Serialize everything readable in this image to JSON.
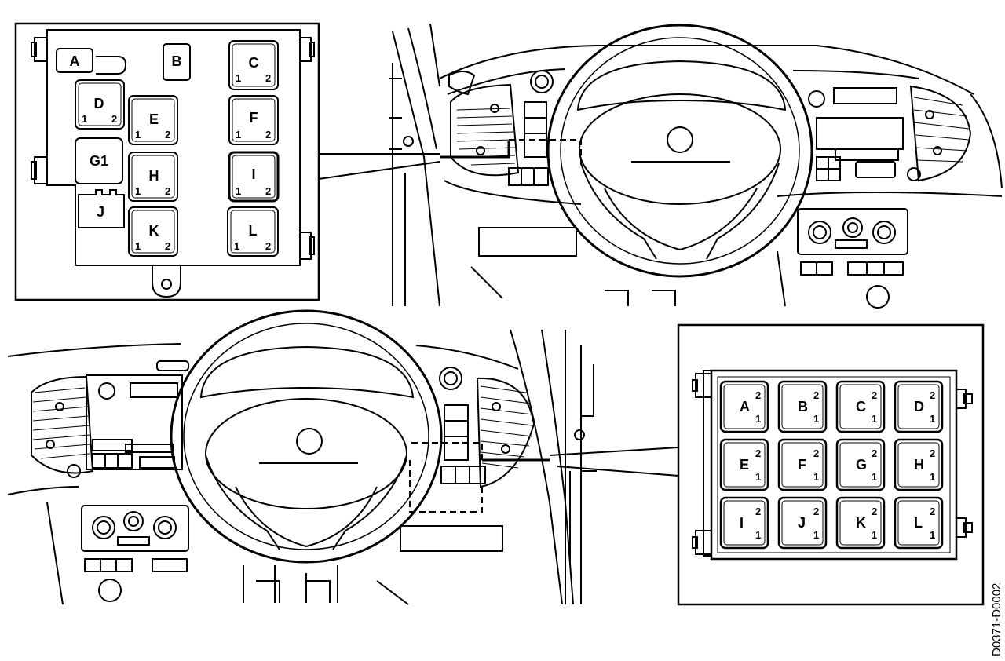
{
  "diagram_code": "D0371-D0002",
  "top_box": {
    "slots": [
      {
        "letter": "A",
        "pins": [
          "",
          ""
        ]
      },
      {
        "letter": "B",
        "pins": [
          "",
          ""
        ]
      },
      {
        "letter": "C",
        "pins": [
          "1",
          "2"
        ]
      },
      {
        "letter": "D",
        "pins": [
          "1",
          "2"
        ]
      },
      {
        "letter": "E",
        "pins": [
          "1",
          "2"
        ]
      },
      {
        "letter": "F",
        "pins": [
          "1",
          "2"
        ]
      },
      {
        "letter": "G1",
        "pins": [
          "",
          ""
        ]
      },
      {
        "letter": "H",
        "pins": [
          "1",
          "2"
        ]
      },
      {
        "letter": "I",
        "pins": [
          "1",
          "2"
        ]
      },
      {
        "letter": "J",
        "pins": [
          "",
          ""
        ]
      },
      {
        "letter": "K",
        "pins": [
          "1",
          "2"
        ]
      },
      {
        "letter": "L",
        "pins": [
          "1",
          "2"
        ]
      }
    ]
  },
  "bottom_box": {
    "slots": [
      {
        "letter": "A",
        "pins": [
          "2",
          "1"
        ]
      },
      {
        "letter": "B",
        "pins": [
          "2",
          "1"
        ]
      },
      {
        "letter": "C",
        "pins": [
          "2",
          "1"
        ]
      },
      {
        "letter": "D",
        "pins": [
          "2",
          "1"
        ]
      },
      {
        "letter": "E",
        "pins": [
          "2",
          "1"
        ]
      },
      {
        "letter": "F",
        "pins": [
          "2",
          "1"
        ]
      },
      {
        "letter": "G",
        "pins": [
          "2",
          "1"
        ]
      },
      {
        "letter": "H",
        "pins": [
          "2",
          "1"
        ]
      },
      {
        "letter": "I",
        "pins": [
          "2",
          "1"
        ]
      },
      {
        "letter": "J",
        "pins": [
          "2",
          "1"
        ]
      },
      {
        "letter": "K",
        "pins": [
          "2",
          "1"
        ]
      },
      {
        "letter": "L",
        "pins": [
          "2",
          "1"
        ]
      }
    ]
  }
}
